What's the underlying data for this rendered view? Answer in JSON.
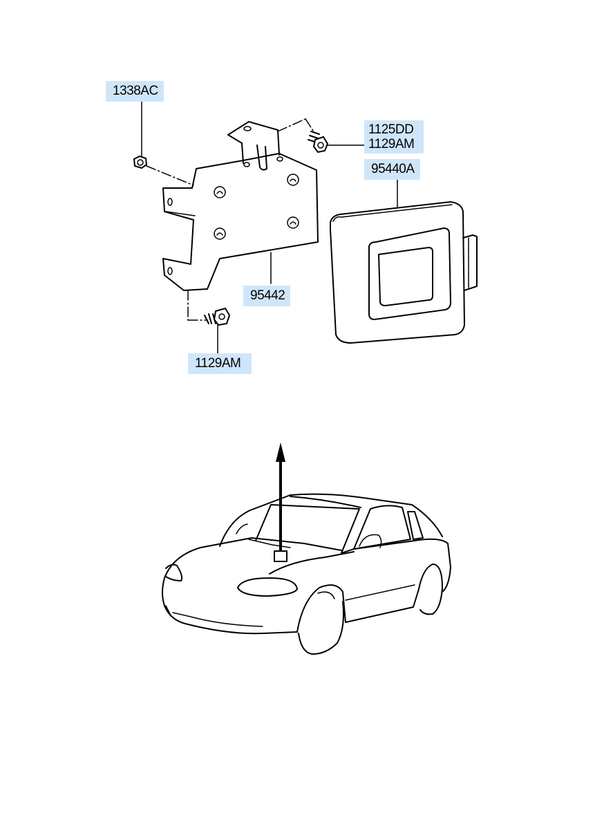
{
  "parts": {
    "nut_top": "1338AC",
    "bolt_right_1": "1125DD",
    "bolt_right_2": "1129AM",
    "module": "95440A",
    "bracket": "95442",
    "bolt_bottom": "1129AM"
  },
  "colors": {
    "label_bg": "#cfe6fa",
    "line": "#000000"
  }
}
